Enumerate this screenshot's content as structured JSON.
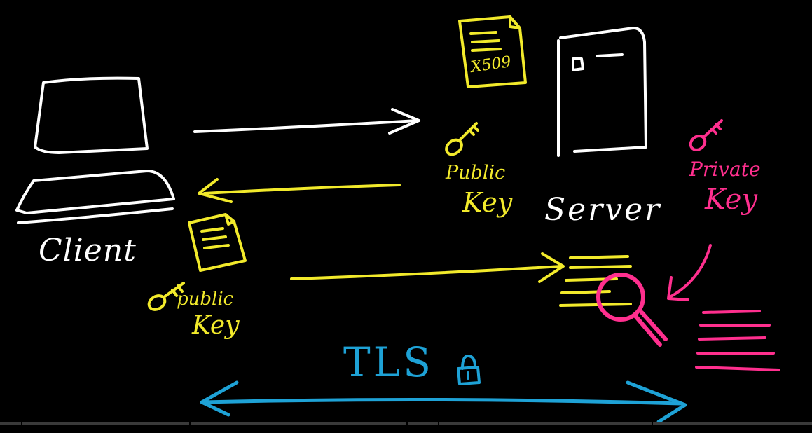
{
  "diagram": {
    "client_label": "Client",
    "server_label": "Server",
    "certificate_label": "X509",
    "server_public_key": {
      "line1": "Public",
      "line2": "Key"
    },
    "client_public_key": {
      "line1": "public",
      "line2": "Key"
    },
    "private_key": {
      "line1": "Private",
      "line2": "Key"
    },
    "protocol_label": "TLS"
  },
  "colors": {
    "background": "#000000",
    "chalk_white": "#ffffff",
    "public_key_yellow": "#f2ea2b",
    "private_key_pink": "#ff2f8e",
    "tls_blue": "#1ea2d6"
  },
  "icons": [
    "laptop-icon",
    "server-icon",
    "certificate-icon",
    "key-icon",
    "magnifier-icon",
    "lock-icon"
  ]
}
